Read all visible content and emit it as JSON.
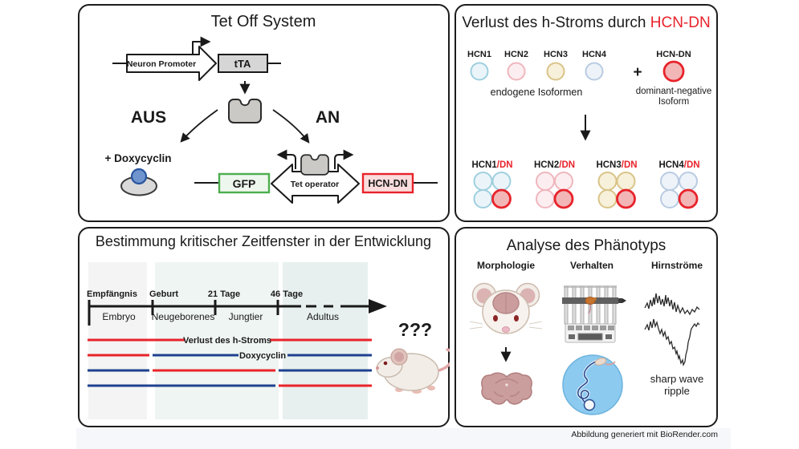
{
  "credit": "Abbildung generiert mit BioRender.com",
  "colors": {
    "accent_red": "#e8232b",
    "accent_green": "#3fa544",
    "accent_blue": "#27509b",
    "bar_red": "#e8232b",
    "bar_blue": "#1e418f",
    "maze_blue": "#8ccaf0",
    "brain_rose": "#cb9e9e"
  },
  "panel_tet": {
    "title": "Tet Off System",
    "promoter_label": "Neuron Promoter",
    "tta_label": "tTA",
    "off_label": "AUS",
    "on_label": "AN",
    "dox_label": "+ Doxycyclin",
    "gfp_label": "GFP",
    "tet_operator_label": "Tet operator",
    "hcn_dn_label": "HCN-DN"
  },
  "panel_isoforms": {
    "title_black": "Verlust des h-Stroms durch ",
    "title_red": "HCN-DN",
    "plus": "+",
    "endogenous_caption": "endogene Isoformen",
    "dn_caption_line1": "dominant-negative",
    "dn_caption_line2": "Isoform",
    "isoforms": [
      {
        "label": "HCN1",
        "stroke": "#9fcfdf",
        "fill": "#ebf5f9"
      },
      {
        "label": "HCN2",
        "stroke": "#efb6be",
        "fill": "#fceef0"
      },
      {
        "label": "HCN3",
        "stroke": "#d9c488",
        "fill": "#f7f0da"
      },
      {
        "label": "HCN4",
        "stroke": "#b9cbe2",
        "fill": "#eef3f9"
      }
    ],
    "dn": {
      "label": "HCN-DN",
      "stroke": "#e8232b",
      "fill": "#f2b6b6"
    },
    "combos": [
      {
        "base": "HCN1",
        "suffix": "/DN"
      },
      {
        "base": "HCN2",
        "suffix": "/DN"
      },
      {
        "base": "HCN3",
        "suffix": "/DN"
      },
      {
        "base": "HCN4",
        "suffix": "/DN"
      }
    ]
  },
  "panel_timeline": {
    "title": "Bestimmung kritischer Zeitfenster in der Entwicklung",
    "milestones": [
      "Empfängnis",
      "Geburt",
      "21 Tage",
      "46 Tage"
    ],
    "stages": [
      "Embryo",
      "Neugeborenes",
      "Jungtier",
      "Adultus"
    ],
    "bar1_label": "Verlust des h-Stroms",
    "bar2_label": "Doxycyclin",
    "question": "???"
  },
  "panel_phenotype": {
    "title": "Analyse des Phänotyps",
    "columns": [
      "Morphologie",
      "Verhalten",
      "Hirnströme"
    ],
    "annotation_line1": "sharp wave",
    "annotation_line2": "ripple"
  }
}
